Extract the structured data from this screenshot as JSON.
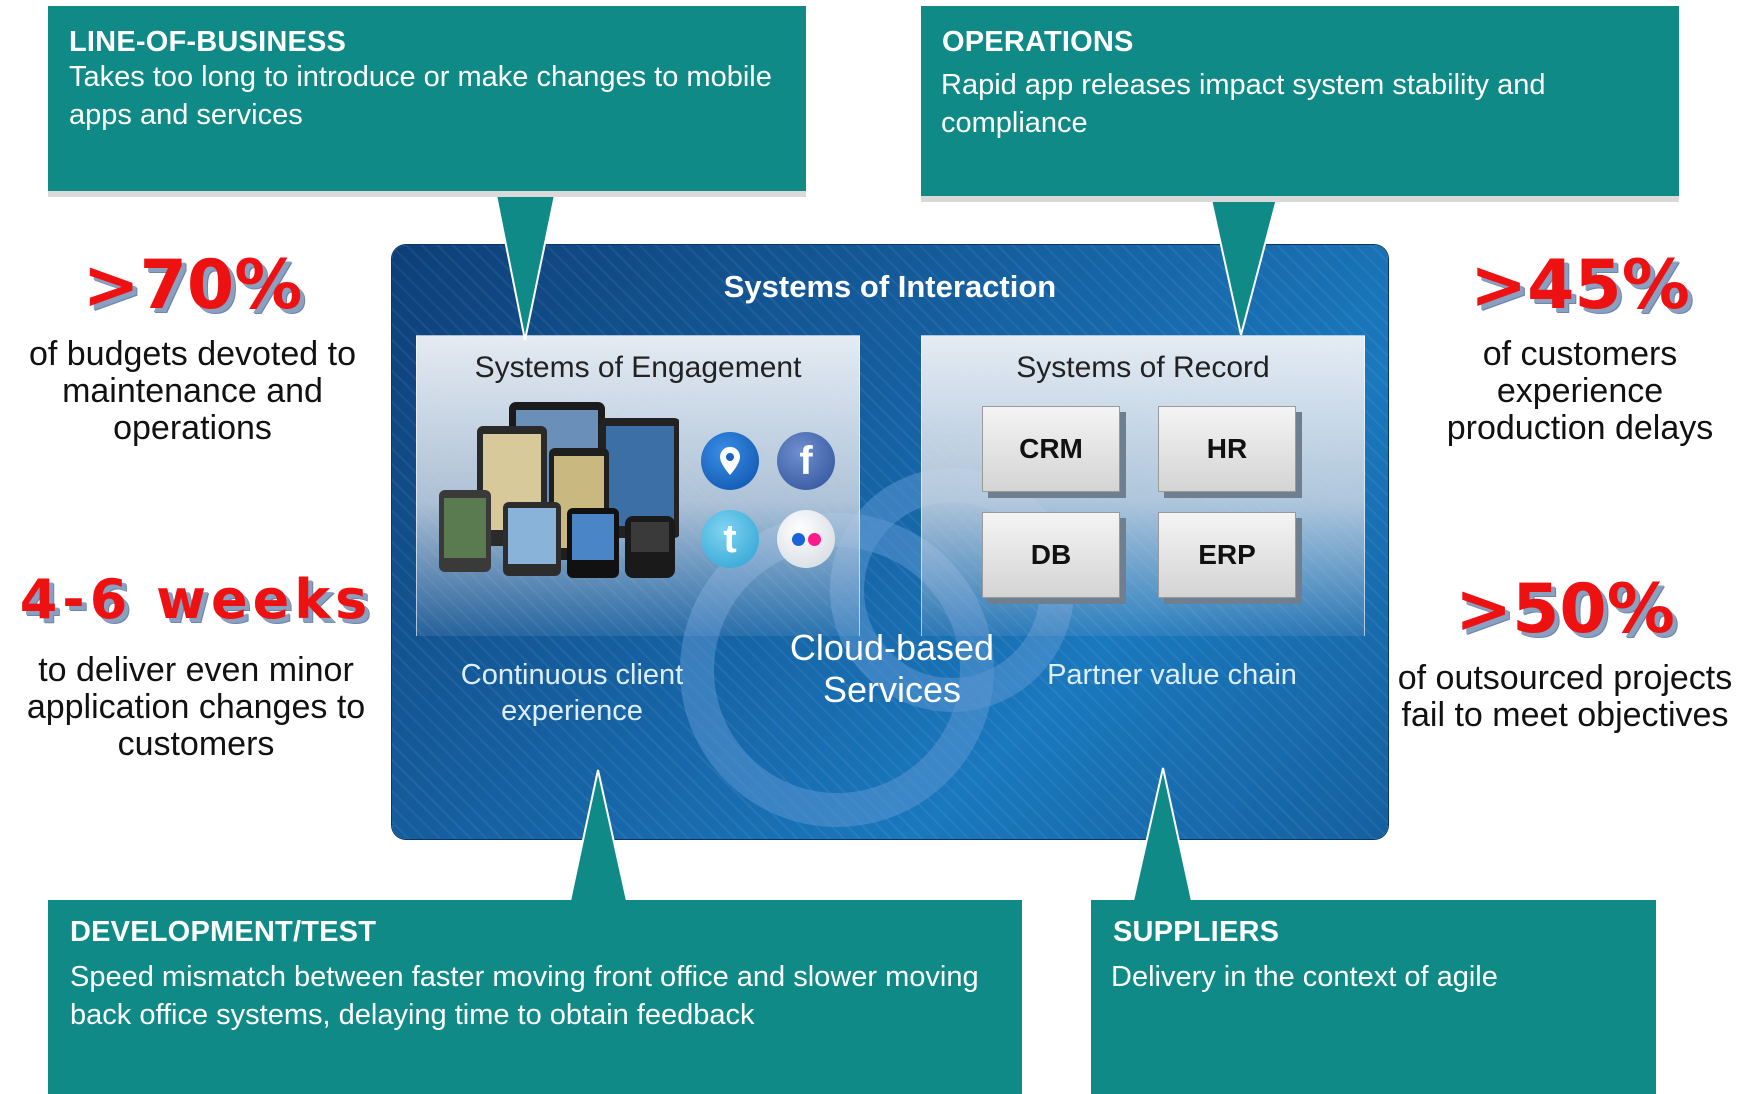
{
  "callouts": {
    "line_of_business": {
      "title": "LINE-OF-BUSINESS",
      "text": "Takes too long to introduce or make changes to mobile apps and services"
    },
    "operations": {
      "title": "OPERATIONS",
      "text": "Rapid app releases impact system stability and compliance"
    },
    "development_test": {
      "title": "DEVELOPMENT/TEST",
      "text": "Speed mismatch between faster moving front office and slower moving back office systems, delaying time to obtain feedback"
    },
    "suppliers": {
      "title": "SUPPLIERS",
      "text": "Delivery in the context of agile"
    }
  },
  "center": {
    "title": "Systems of Interaction",
    "engagement": {
      "title": "Systems of Engagement",
      "icons": [
        "smartphone-tablet-collage",
        "map-pin-icon",
        "facebook-icon",
        "twitter-icon",
        "flickr-icon"
      ],
      "caption": "Continuous client experience"
    },
    "record": {
      "title": "Systems of Record",
      "boxes": [
        "CRM",
        "HR",
        "DB",
        "ERP"
      ],
      "caption": "Partner value chain"
    },
    "cloud_caption": "Cloud-based Services"
  },
  "stats": {
    "left_top": {
      "value": ">70%",
      "text": "of budgets devoted to maintenance and operations"
    },
    "left_bottom": {
      "value": "4-6 weeks",
      "text": "to deliver even minor application changes to customers"
    },
    "right_top": {
      "value": ">45%",
      "text": "of customers experience production delays"
    },
    "right_bottom": {
      "value": ">50%",
      "text": "of outsourced projects fail to meet objectives"
    }
  },
  "colors": {
    "teal": "#0f8a86",
    "stat_red": "#ee1111",
    "panel_blue": "#1663a4"
  }
}
